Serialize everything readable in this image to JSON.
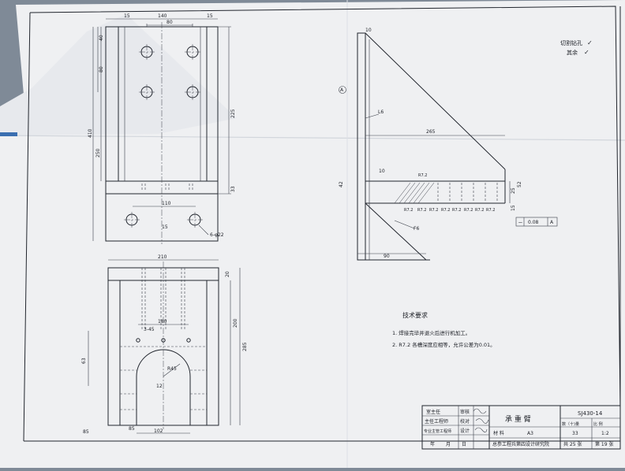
{
  "colors": {
    "paper": "#f0f1f3",
    "background": "#7f8a97",
    "ink": "#1c1f26",
    "fold": "#d6dbe2"
  },
  "handwritten": {
    "line1": "切割钻孔",
    "line2": "其余"
  },
  "front_view": {
    "dims": {
      "top_15_left": "15",
      "top_140": "140",
      "top_15_right": "15",
      "top_80": "80",
      "left_40": "40",
      "left_80": "80",
      "left_410": "410",
      "left_250": "250",
      "right_225": "225",
      "right_33": "33",
      "bottom_110": "110",
      "bottom_15": "15",
      "holes": "6-φ22"
    }
  },
  "top_view": {
    "dims": {
      "d210": "210",
      "d20": "20",
      "d200": "200",
      "d285": "285",
      "d180": "180",
      "d3_45": "3-45",
      "d63": "63",
      "r45": "R45",
      "d12": "12",
      "d85_a": "85",
      "d85_b": "85",
      "d102": "102"
    }
  },
  "side_view": {
    "dims": {
      "d10_top": "10",
      "datum_a": "A",
      "weld_l6": "L6",
      "d265": "265",
      "d10": "10",
      "d90": "90",
      "weld_f6": "F6",
      "d15": "15",
      "d42": "42",
      "d52": "52",
      "d25": "25",
      "rough_labels": [
        "R7.2",
        "R7.2",
        "R7.2",
        "R7.2",
        "R7.2",
        "R7.2",
        "R7.2",
        "R7.2",
        "R7.2"
      ],
      "tol_value": "0.08",
      "tol_datum": "A"
    }
  },
  "tech": {
    "title": "技术要求",
    "note1": "1.  焊接完毕并退火后进行机加工。",
    "note2": "2.  R7.2 各槽深度应相等，允许公差为0.01。"
  },
  "title_block": {
    "row1_left": "室主任",
    "row2_left": "主任工程师",
    "row3_left": "专业主管工程师",
    "row1_mid": "审核",
    "row2_mid": "校对",
    "row3_mid": "设计",
    "row4_mid": "日",
    "year": "年",
    "month": "月",
    "part_name": "承  重  臂",
    "material_label": "材  料",
    "material_value": "A3",
    "institute": "总参工程兵第四设计研究院",
    "drawing_no": "SJ430-14",
    "qty_label": "数（十)量",
    "scale_label": "比      例",
    "qty_value": "33",
    "scale_value": "1:2",
    "sheets_total": "共 25 张",
    "sheet_no": "第 19 张"
  }
}
